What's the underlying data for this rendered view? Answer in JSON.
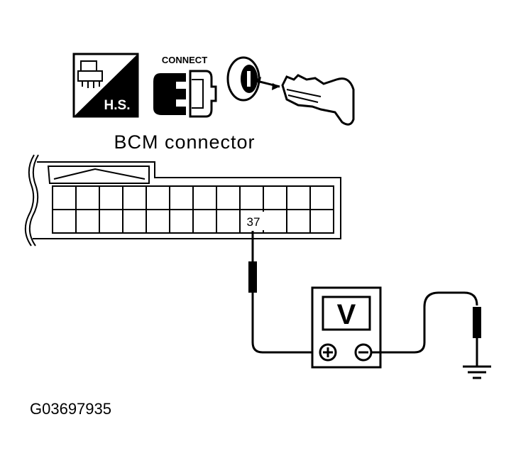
{
  "diagram": {
    "title": "BCM connector",
    "figure_code": "G03697935",
    "pin_label": "37",
    "icons": {
      "harness_side_label": "H.S.",
      "connect_label": "CONNECT",
      "harness_side_icon": "harness-side-icon",
      "connect_icon": "connector-connect-icon",
      "ignition_icon": "ignition-key-icon"
    },
    "meter": {
      "display": "V",
      "positive_terminal": "+",
      "negative_terminal": "−"
    },
    "ground_symbol": "ground-icon"
  }
}
